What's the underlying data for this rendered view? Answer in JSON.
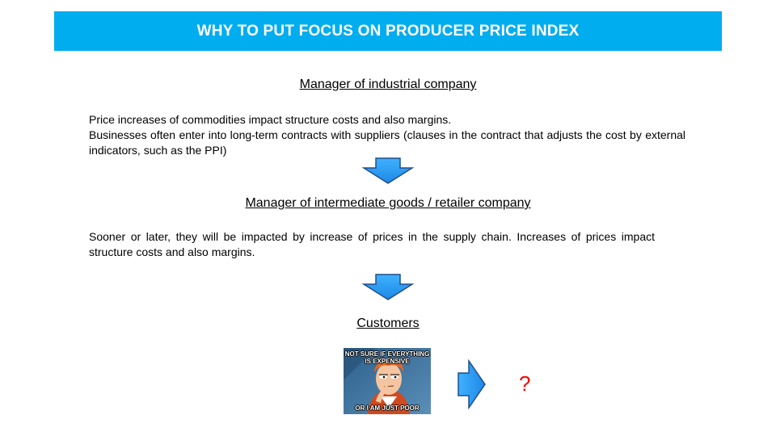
{
  "title": "WHY TO PUT FOCUS ON PRODUCER PRICE INDEX",
  "sections": [
    {
      "heading": "Manager of industrial company",
      "paragraphs": [
        "Price increases of commodities impact structure costs and also margins.",
        "Businesses often enter into long-term contracts with suppliers (clauses in the contract that adjusts the cost by external indicators, such as the PPI)"
      ]
    },
    {
      "heading": "Manager of intermediate goods / retailer company",
      "paragraphs": [
        "Sooner or later, they will be impacted by increase of prices in the supply chain. Increases of prices impact structure costs and also margins."
      ]
    },
    {
      "heading": "Customers",
      "paragraphs": []
    }
  ],
  "meme": {
    "top_text": "NOT SURE IF EVERYTHING IS EXPENSIVE",
    "bottom_text": "OR I AM JUST POOR"
  },
  "question_mark": "?",
  "colors": {
    "title_bg": "#00adef",
    "arrow_fill": "#1e90ff",
    "arrow_stroke": "#1f4e8c",
    "question": "#ff0000"
  },
  "icons": [
    "down-arrow-icon",
    "down-arrow-icon",
    "right-arrow-icon"
  ]
}
